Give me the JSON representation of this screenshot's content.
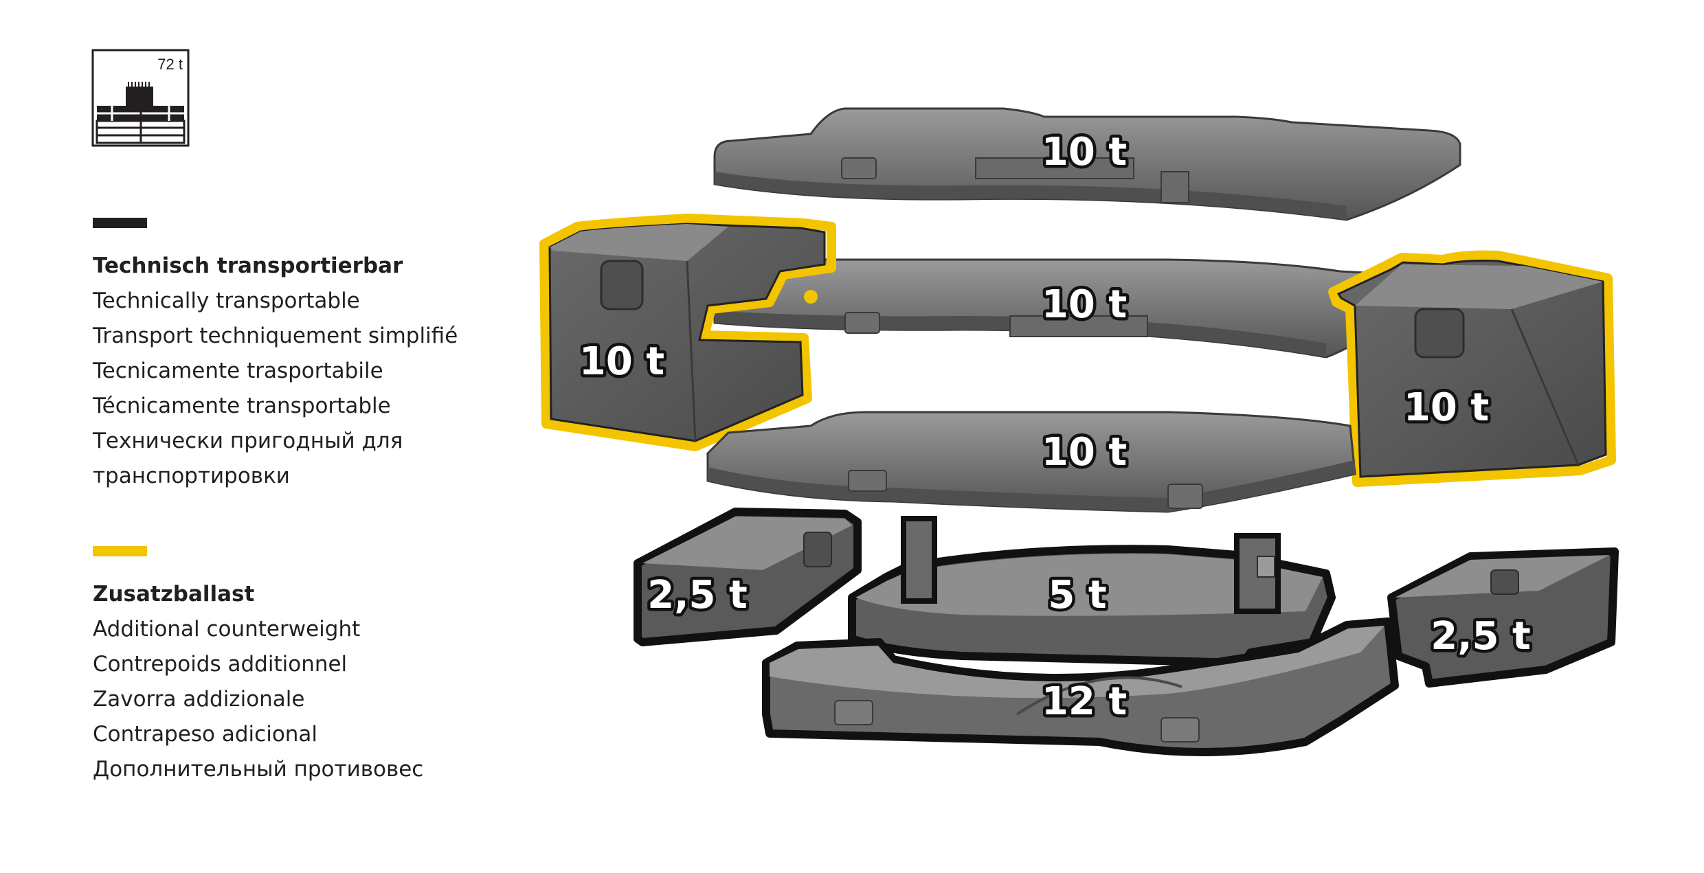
{
  "spec_icon": {
    "name": "crane-counterweight-icon",
    "label": "72 t"
  },
  "legend": {
    "transportable": {
      "color": "#231f20",
      "title": "Technisch transportierbar",
      "lines": [
        "Technically transportable",
        "Transport techniquement simplifié",
        "Tecnicamente trasportabile",
        "Técnicamente transportable",
        "Технически пригодный для",
        "транспортировки"
      ]
    },
    "additional": {
      "color": "#f3c400",
      "title": "Zusatzballast",
      "lines": [
        "Additional counterweight",
        "Contrepoids additionnel",
        "Zavorra addizionale",
        "Contrapeso adicional",
        "Дополнительный противовес"
      ]
    }
  },
  "weights": {
    "top_plate": "10 t",
    "middle_plate": "10 t",
    "left_block": "10 t",
    "right_block": "10 t",
    "lower_plate": "10 t",
    "left_small_block": "2,5 t",
    "center_plate": "5 t",
    "right_small_block": "2,5 t",
    "base_plate": "12 t"
  },
  "colors": {
    "block_fill": "#5a5a5a",
    "block_top": "#8a8a8a",
    "outline_dark": "#111111",
    "outline_yellow": "#f3c400"
  }
}
